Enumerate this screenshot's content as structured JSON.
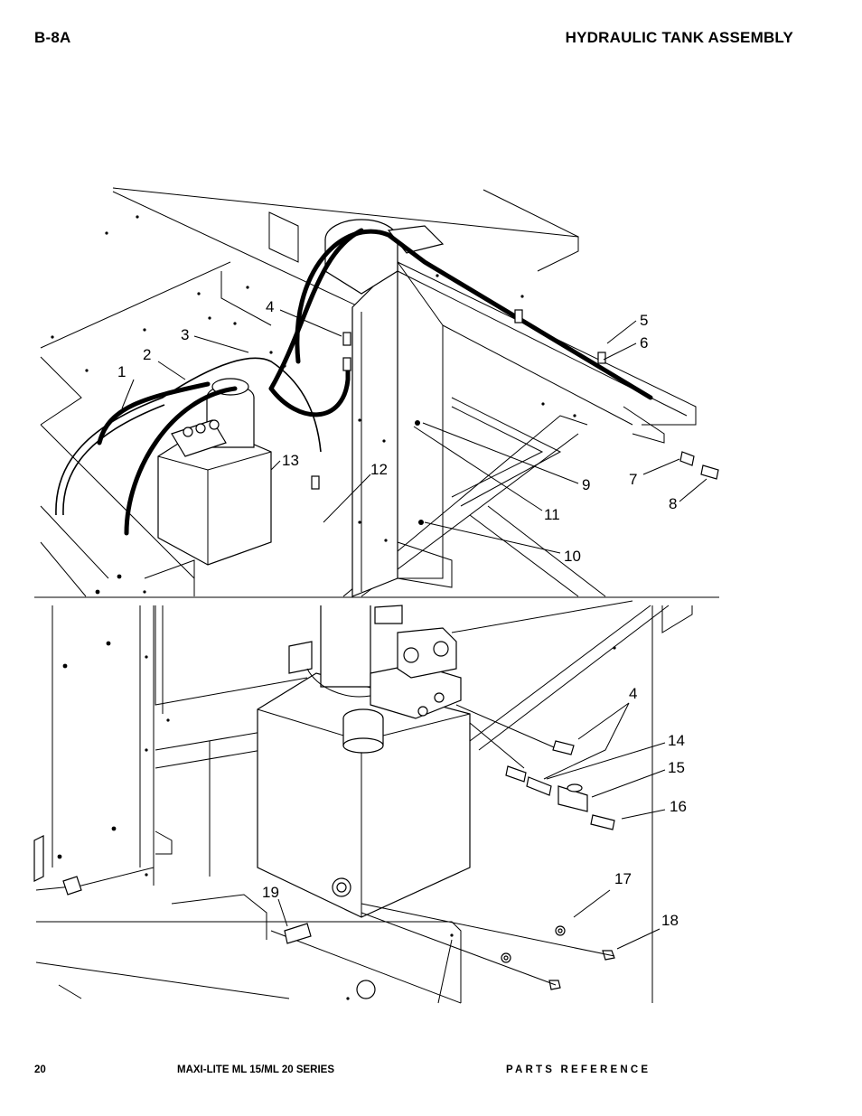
{
  "header": {
    "page_id": "B-8A",
    "title": "HYDRAULIC TANK ASSEMBLY"
  },
  "footer": {
    "page_number": "20",
    "series": "MAXI-LITE ML 15/ML 20 SERIES",
    "section": "PARTS REFERENCE"
  },
  "callouts": {
    "upper": [
      "1",
      "2",
      "3",
      "4",
      "5",
      "6",
      "7",
      "8",
      "9",
      "10",
      "11",
      "12",
      "13"
    ],
    "lower": [
      "4",
      "14",
      "15",
      "16",
      "17",
      "18",
      "19"
    ]
  }
}
